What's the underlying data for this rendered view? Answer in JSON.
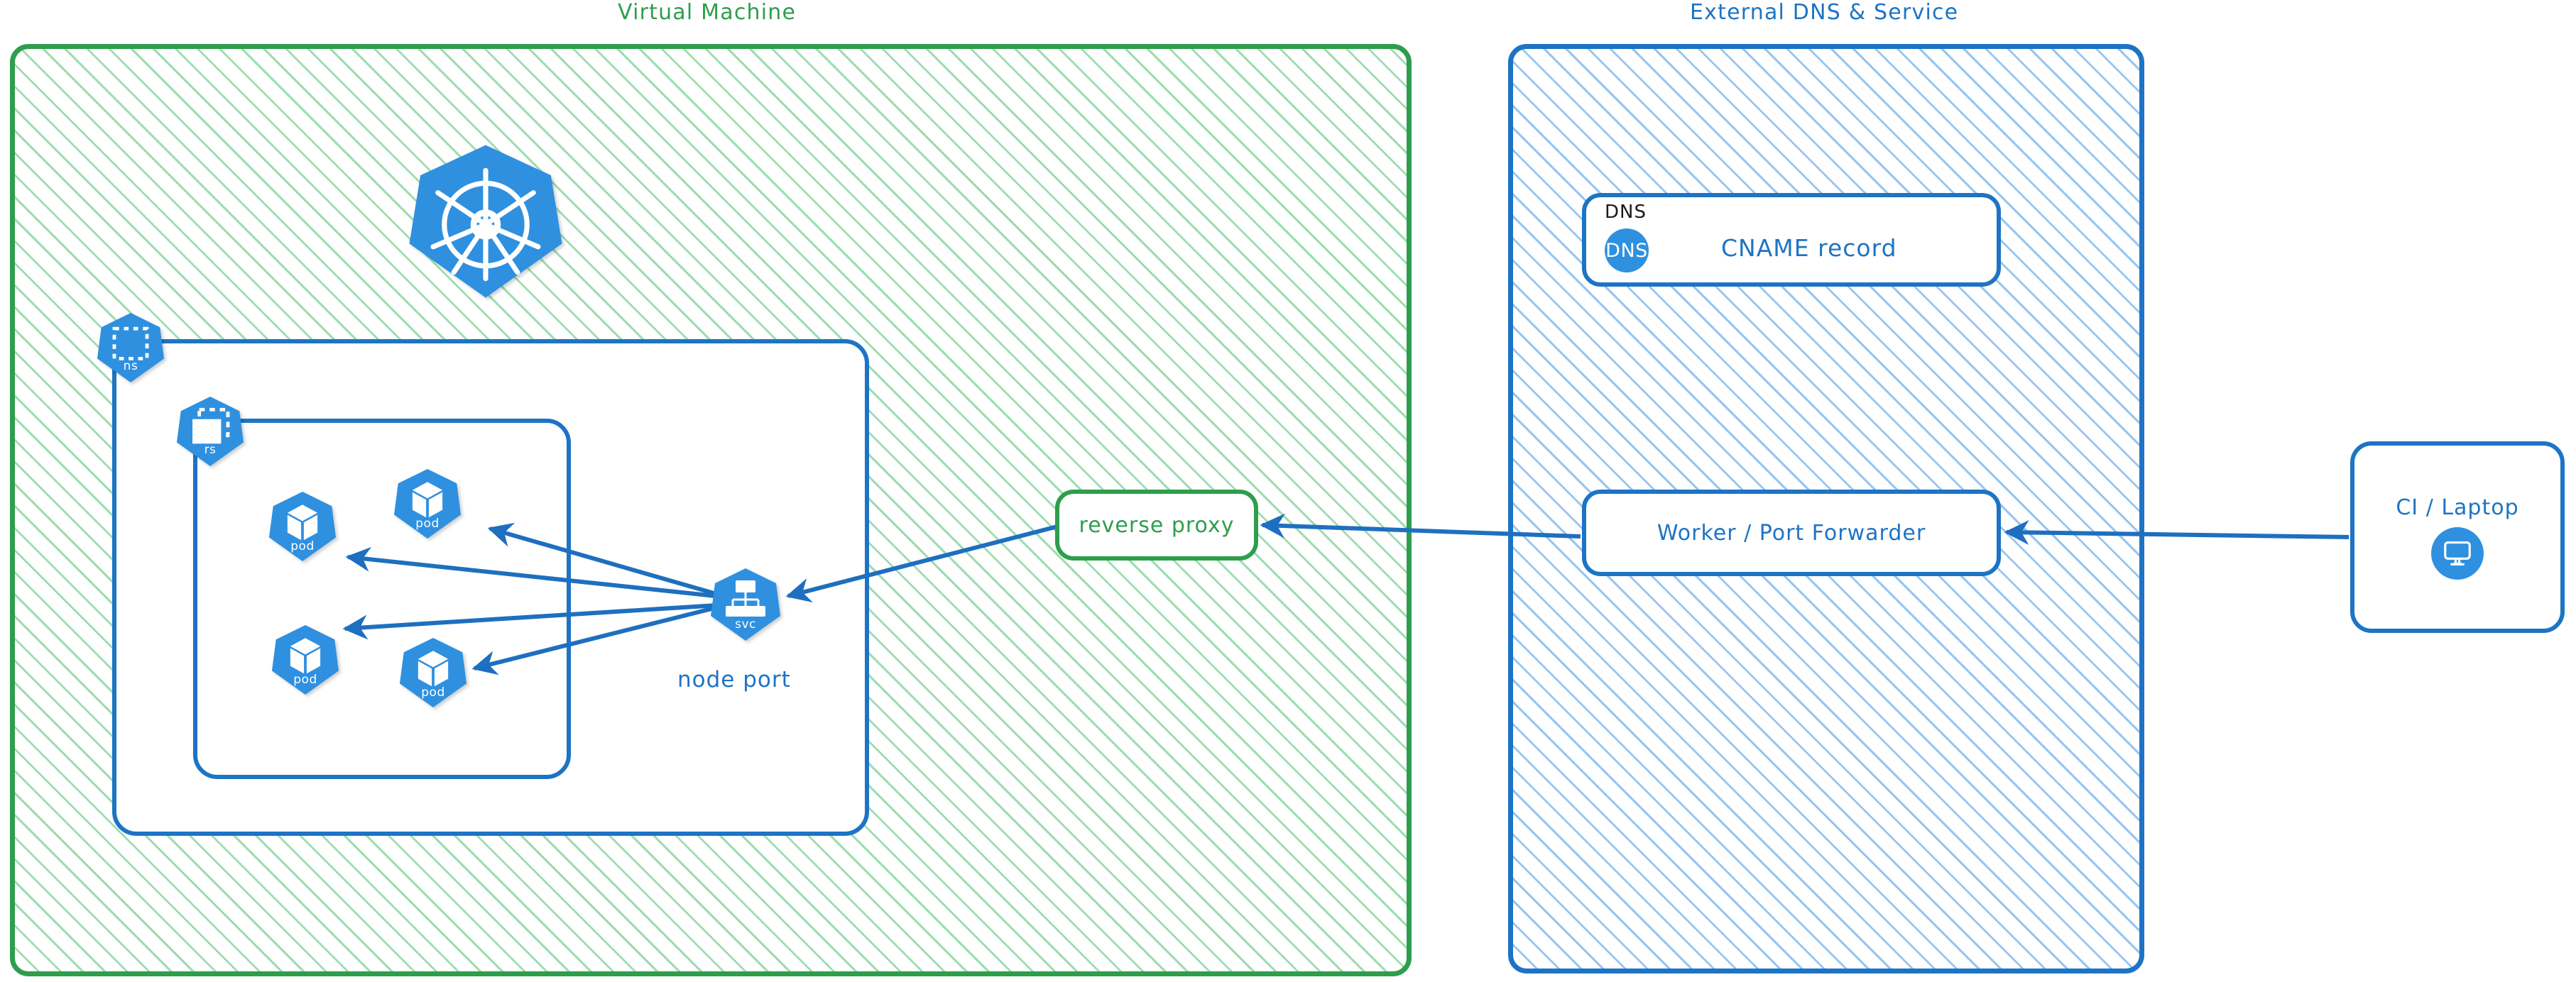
{
  "colors": {
    "green_stroke": "#2e9e4d",
    "green_hatch": "#6acb85",
    "blue_stroke": "#1d74c4",
    "blue_hatch": "#7db8ee",
    "k8s_blue": "#2f90e0",
    "edge_blue": "#1e6fbf"
  },
  "groups": {
    "vm": {
      "title": "Virtual Machine"
    },
    "external": {
      "title": "External DNS & Service"
    }
  },
  "k8s": {
    "logo": {
      "icon": "kubernetes-wheel-icon"
    },
    "namespace": {
      "caption": "ns",
      "icon": "namespace-icon"
    },
    "replicaset": {
      "caption": "rs",
      "icon": "replicaset-icon"
    },
    "service": {
      "caption": "svc",
      "icon": "service-icon",
      "label": "node port"
    },
    "pods": [
      {
        "caption": "pod",
        "icon": "pod-icon"
      },
      {
        "caption": "pod",
        "icon": "pod-icon"
      },
      {
        "caption": "pod",
        "icon": "pod-icon"
      },
      {
        "caption": "pod",
        "icon": "pod-icon"
      }
    ]
  },
  "nodes": {
    "reverse_proxy": {
      "label": "reverse proxy"
    },
    "dns": {
      "tag": "DNS",
      "badge": "DNS",
      "label": "CNAME record",
      "icon": "dns-icon"
    },
    "worker": {
      "label": "Worker / Port Forwarder"
    },
    "client": {
      "label": "CI / Laptop",
      "icon": "monitor-icon"
    }
  },
  "edges": [
    {
      "from": "service",
      "to": "pod-1"
    },
    {
      "from": "service",
      "to": "pod-2"
    },
    {
      "from": "service",
      "to": "pod-3"
    },
    {
      "from": "service",
      "to": "pod-4"
    },
    {
      "from": "reverse-proxy",
      "to": "service"
    },
    {
      "from": "worker",
      "to": "reverse-proxy"
    },
    {
      "from": "client",
      "to": "worker"
    }
  ]
}
